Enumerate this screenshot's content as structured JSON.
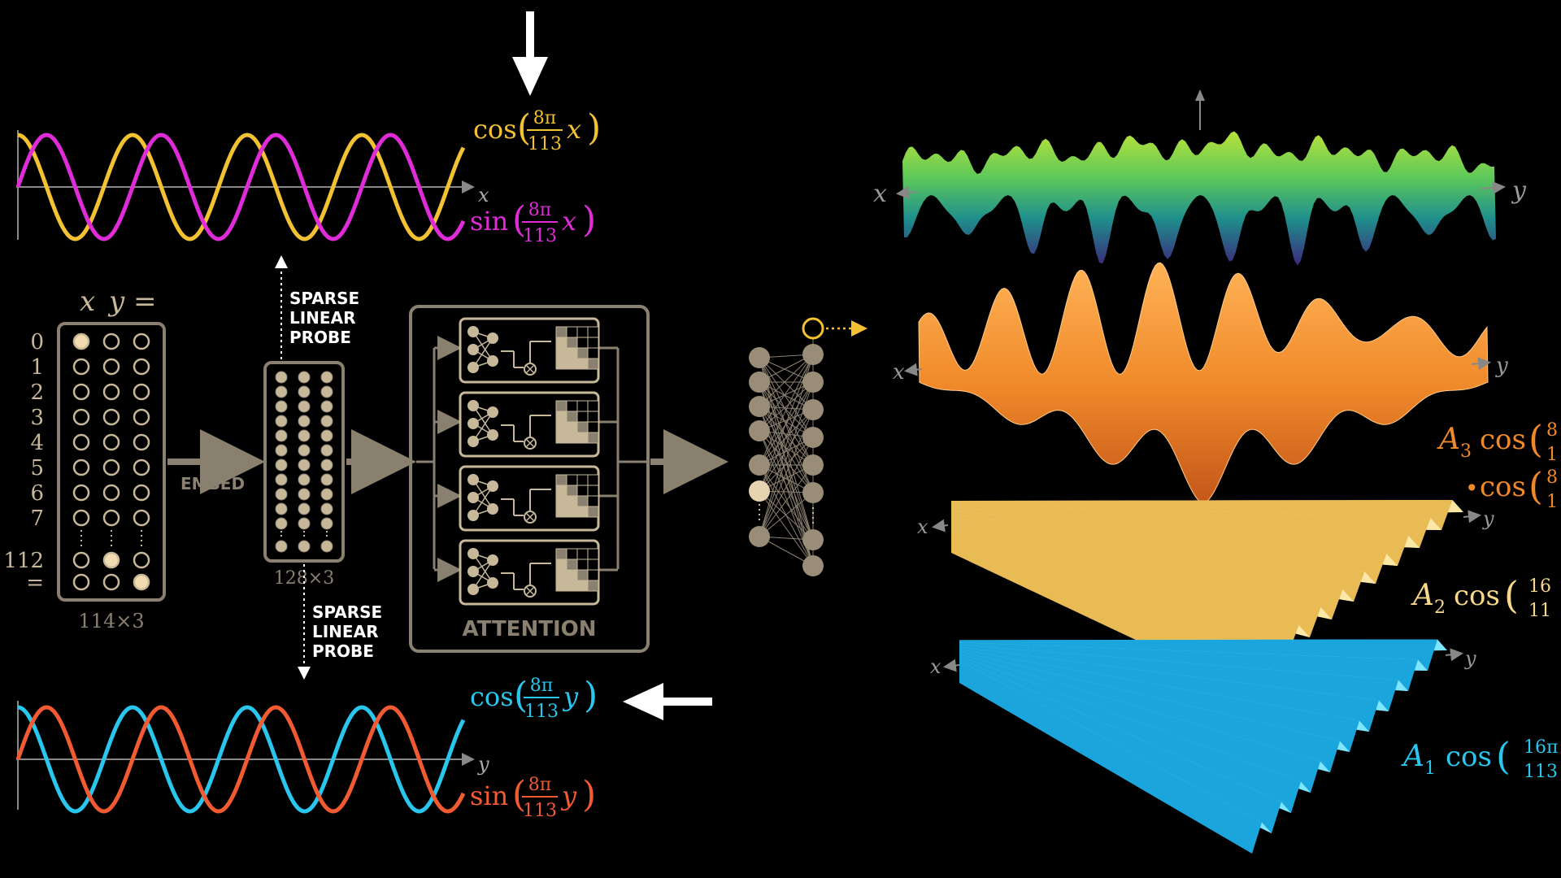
{
  "colors": {
    "background": "#000000",
    "beige": "#c8b89a",
    "frame": "#8a8070",
    "yellow": "#f2c233",
    "magenta": "#e02bd8",
    "cyan": "#29c6ee",
    "red_orange": "#f25a32",
    "orange": "#f0892a",
    "pale_yellow": "#f7d88a",
    "white": "#ffffff"
  },
  "top_waves": {
    "axis_label": "x",
    "cos_label": {
      "fn": "cos",
      "num": "8π",
      "den": "113",
      "var": "x"
    },
    "sin_label": {
      "fn": "sin",
      "num": "8π",
      "den": "113",
      "var": "x"
    }
  },
  "bottom_waves": {
    "axis_label": "y",
    "cos_label": {
      "fn": "cos",
      "num": "8π",
      "den": "113",
      "var": "y"
    },
    "sin_label": {
      "fn": "sin",
      "num": "8π",
      "den": "113",
      "var": "y"
    }
  },
  "onehot": {
    "header_x": "x",
    "header_y": "y",
    "header_eq": "=",
    "row_labels": [
      "0",
      "1",
      "2",
      "3",
      "4",
      "5",
      "6",
      "7",
      "112",
      "="
    ],
    "dims": "114×3"
  },
  "embed": {
    "label": "EMBED",
    "dims": "128×3"
  },
  "probe_top": {
    "line1": "SPARSE",
    "line2": "LINEAR",
    "line3": "PROBE"
  },
  "probe_bottom": {
    "line1": "SPARSE",
    "line2": "LINEAR",
    "line3": "PROBE"
  },
  "attention": {
    "label": "ATTENTION"
  },
  "surfaces": {
    "axis_x": "x",
    "axis_y": "y",
    "l3": {
      "coef": "A",
      "sub": "3",
      "fn": "cos",
      "paren": "(",
      "num": "8",
      "den": "1"
    },
    "l3b": {
      "dot": "•",
      "fn": "cos",
      "paren": "(",
      "num": "8",
      "den": "1"
    },
    "l2": {
      "coef": "A",
      "sub": "2",
      "fn": "cos",
      "paren": "(",
      "num": "16",
      "den": "11"
    },
    "l1": {
      "coef": "A",
      "sub": "1",
      "fn": "cos",
      "paren": "(",
      "num": "16π",
      "den": "113"
    }
  }
}
